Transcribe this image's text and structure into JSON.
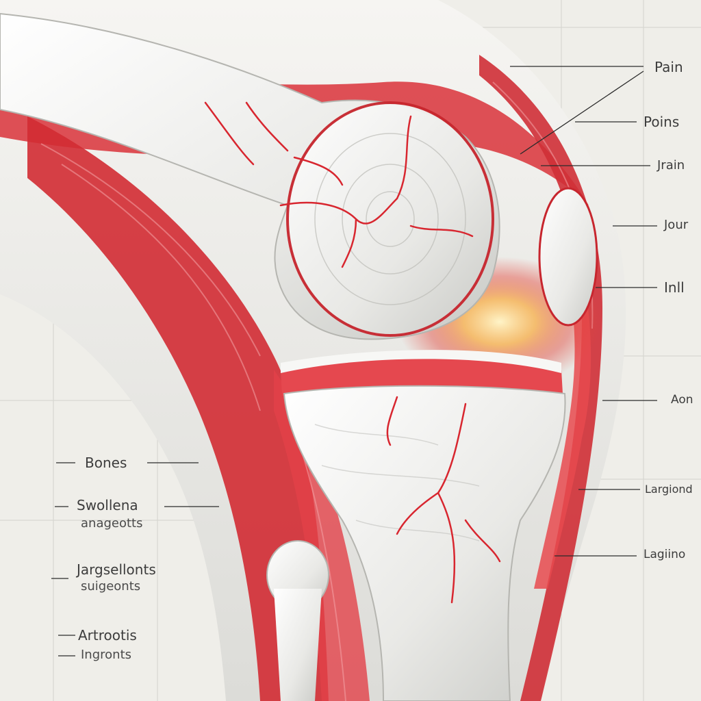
{
  "labels": {
    "right": [
      "Pain",
      "Poins",
      "Jrain",
      "Jour",
      "Inll",
      "Aon",
      "Largiond",
      "Lagiino"
    ],
    "left": [
      {
        "line1": "Bones",
        "line2": ""
      },
      {
        "line1": "Swollena",
        "line2": "anageotts"
      },
      {
        "line1": "Jargsellonts",
        "line2": "suigeonts"
      },
      {
        "line1": "Artrootis",
        "line2": "Ingronts"
      }
    ]
  },
  "colors": {
    "background": "#efeee9",
    "muscle_red": "#d9333a",
    "bone_white": "#f2f1ee",
    "inflammation_glow": "#f3a44a",
    "leader_line": "#2b2b2b",
    "grid_line": "#c8c8c2"
  }
}
